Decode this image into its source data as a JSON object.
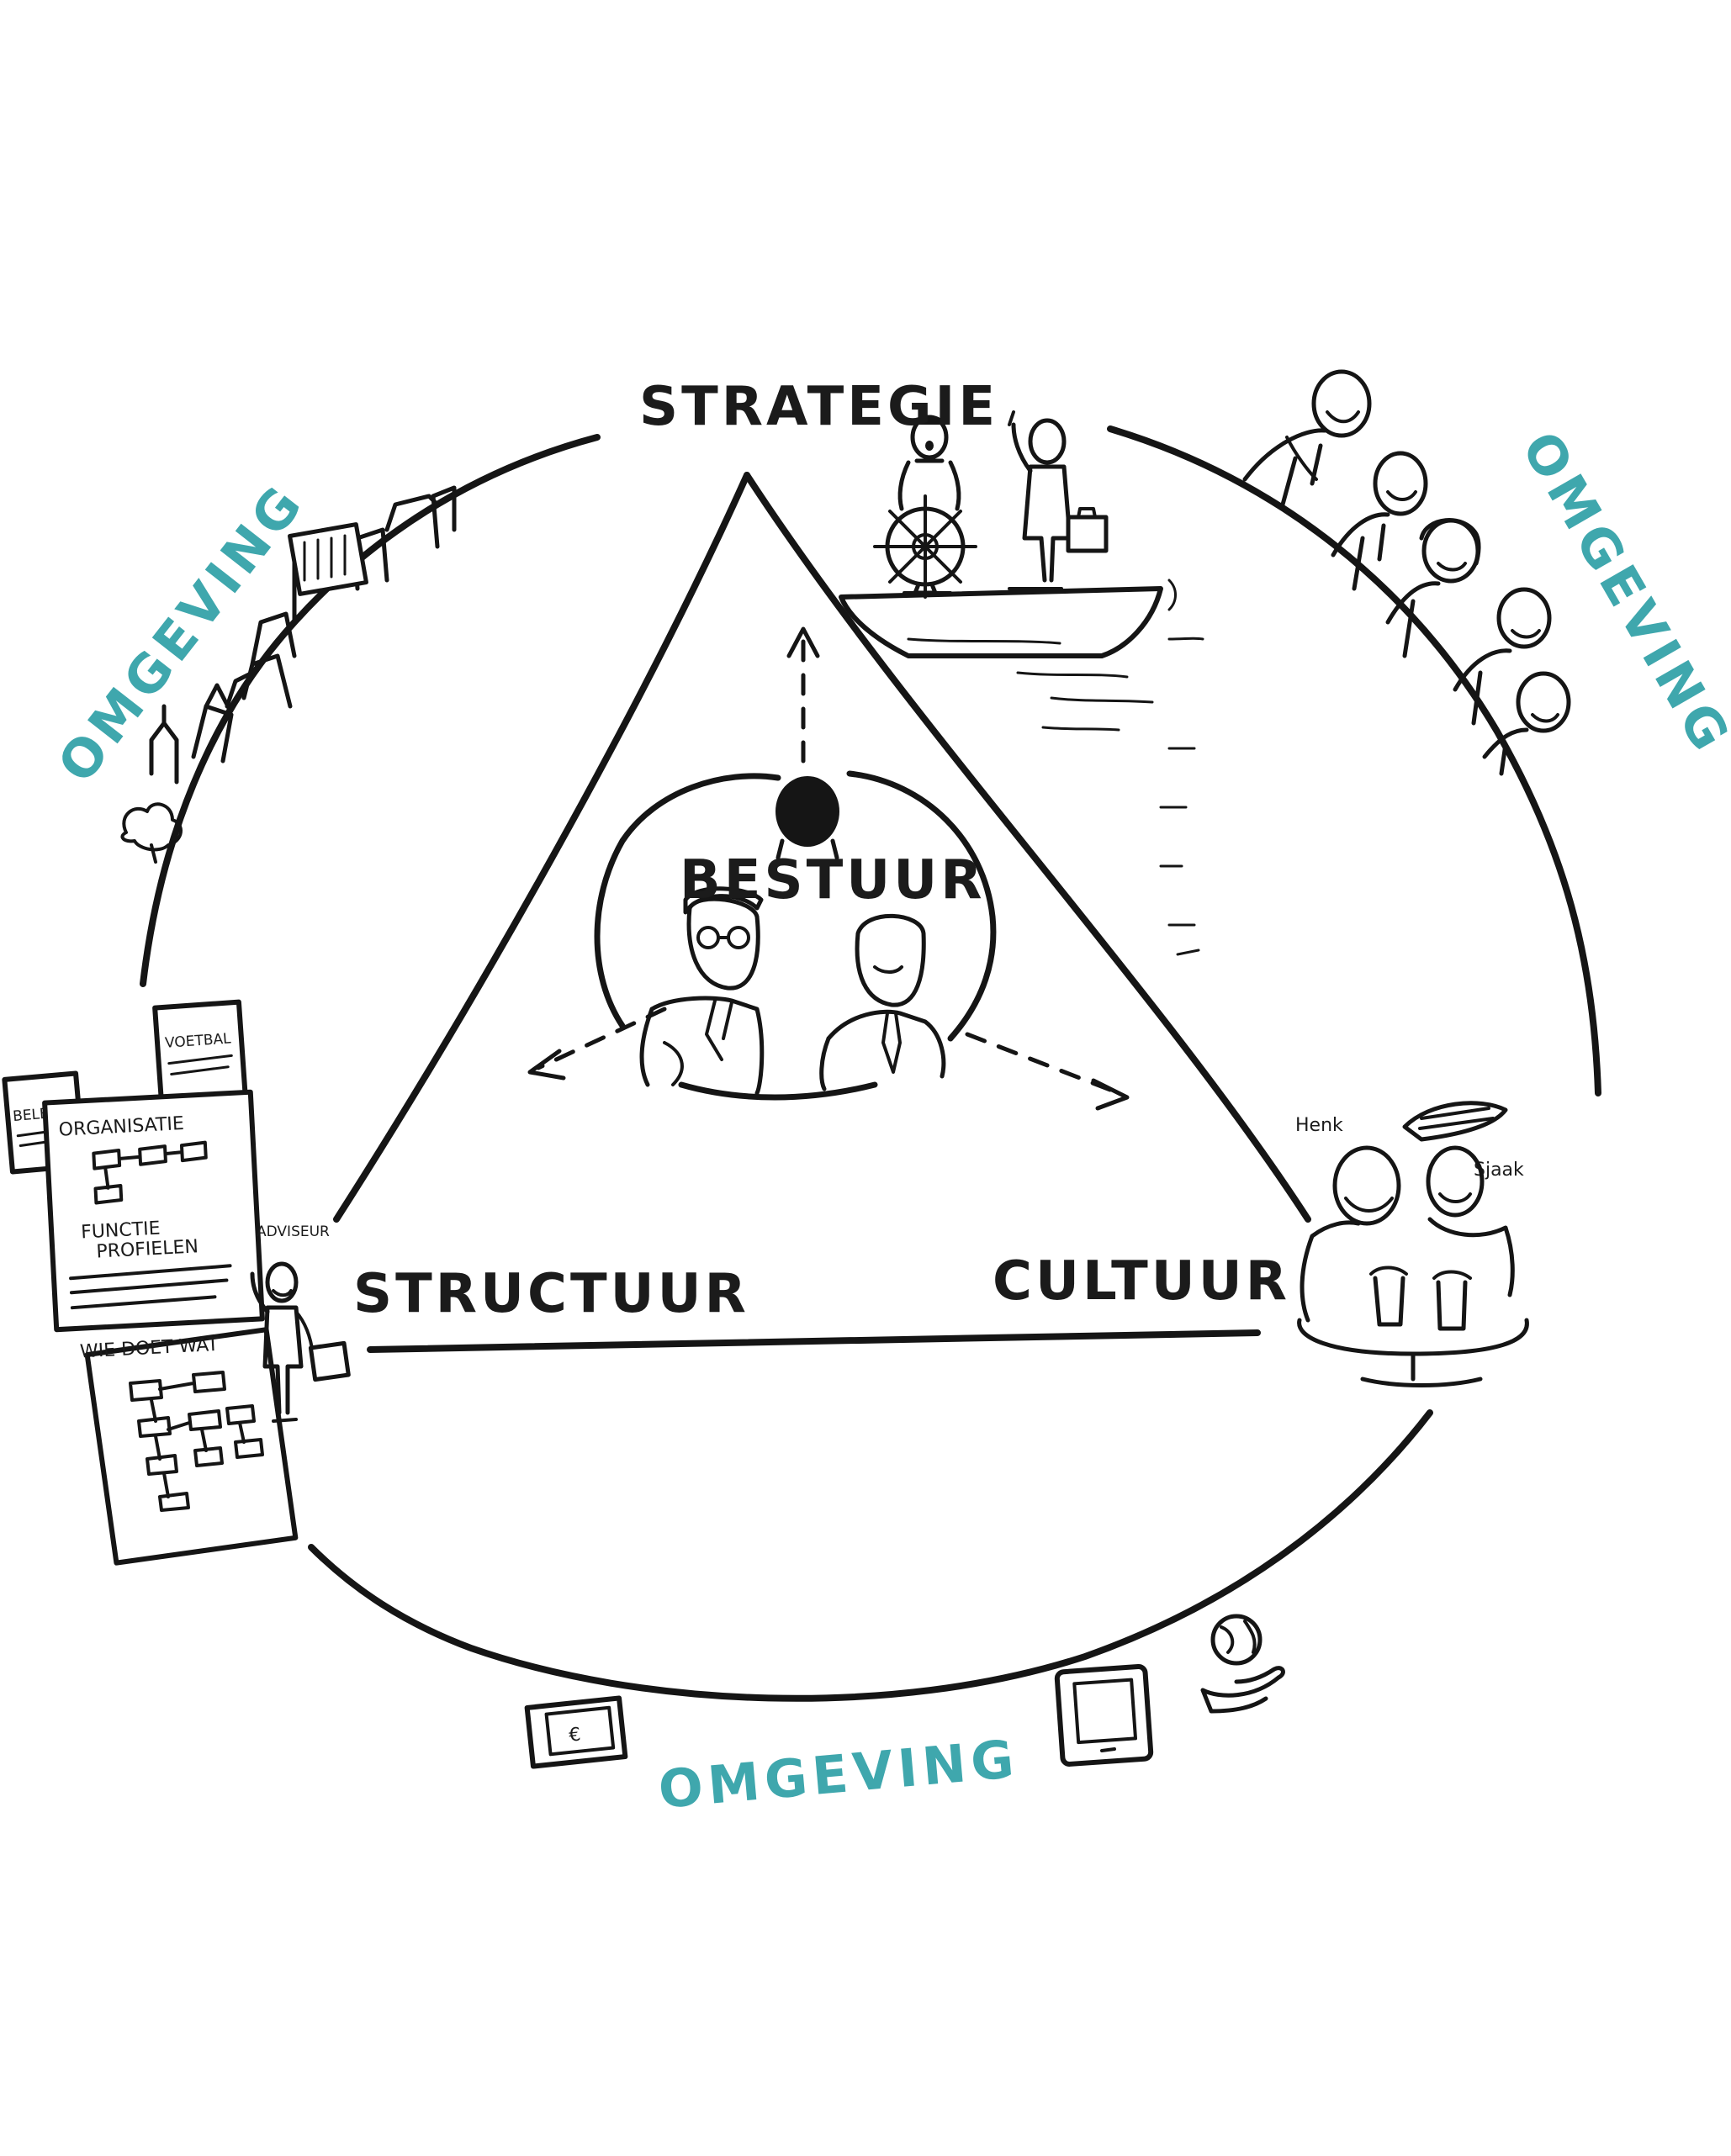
{
  "diagram": {
    "labels": {
      "strategie": "STRATEGIE",
      "bestuur": "BESTUUR",
      "structuur": "STRUCTUUR",
      "cultuur": "CULTUUR"
    },
    "environment_labels": {
      "left": "OMGEVING",
      "right": "OMGEVING",
      "bottom": "OMGEVING"
    },
    "doc_labels": {
      "beleid": "BELEID",
      "voetbal": "VOETBAL",
      "organisatie": "ORGANISATIE",
      "functie_line1": "FUNCTIE",
      "functie_line2": "PROFIELEN",
      "wie_doet_wat": "WIE DOET WAT",
      "adviseur": "ADVISEUR"
    },
    "people_labels": {
      "henk": "Henk",
      "sjaak": "Sjaak"
    },
    "money_symbol": "€",
    "colors": {
      "ink": "#151515",
      "accent": "#3fa7ad",
      "background": "#ffffff"
    }
  }
}
